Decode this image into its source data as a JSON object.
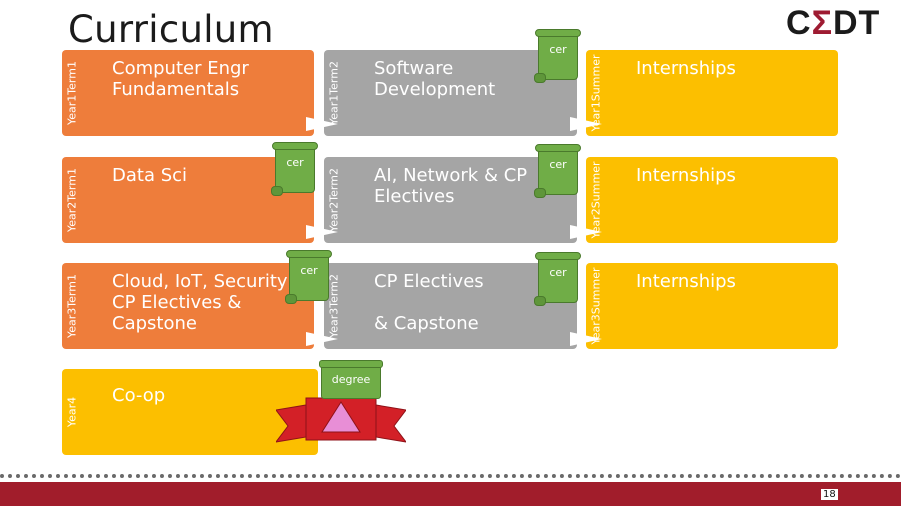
{
  "slide": {
    "title": "Curriculum",
    "logo": {
      "left": "C",
      "sigma": "Σ",
      "right": "DT"
    },
    "page_number": "18"
  },
  "rows": [
    {
      "term1": {
        "label": "Year1Term1",
        "text": "Computer Engr\nFundamentals"
      },
      "term2": {
        "label": "Year1Term2",
        "text": "Software\nDevelopment"
      },
      "summer": {
        "label": "Year1Summer",
        "text": "Internships"
      }
    },
    {
      "term1": {
        "label": "Year2Term1",
        "text": "Data Sci"
      },
      "term2": {
        "label": "Year2Term2",
        "text": "AI, Network & CP\nElectives"
      },
      "summer": {
        "label": "Year2Summer",
        "text": "Internships"
      }
    },
    {
      "term1": {
        "label": "Year3Term1",
        "text": "Cloud, IoT, Security,\nCP Electives &\nCapstone"
      },
      "term2": {
        "label": "Year3Term2",
        "text": "CP Electives\n\n& Capstone"
      },
      "summer": {
        "label": "Year3Summer",
        "text": "Internships"
      }
    }
  ],
  "year4": {
    "label": "Year4",
    "text": "Co-op"
  },
  "certificates": {
    "cer": "cer",
    "degree": "degree"
  },
  "colors": {
    "orange": "#ee7d3b",
    "gray": "#a5a5a5",
    "yellow": "#fcbf00",
    "cert_green": "#70ad47",
    "footer_red": "#a11d2b",
    "ribbon_red": "#d32027",
    "triangle_pink": "#e88ed6"
  }
}
